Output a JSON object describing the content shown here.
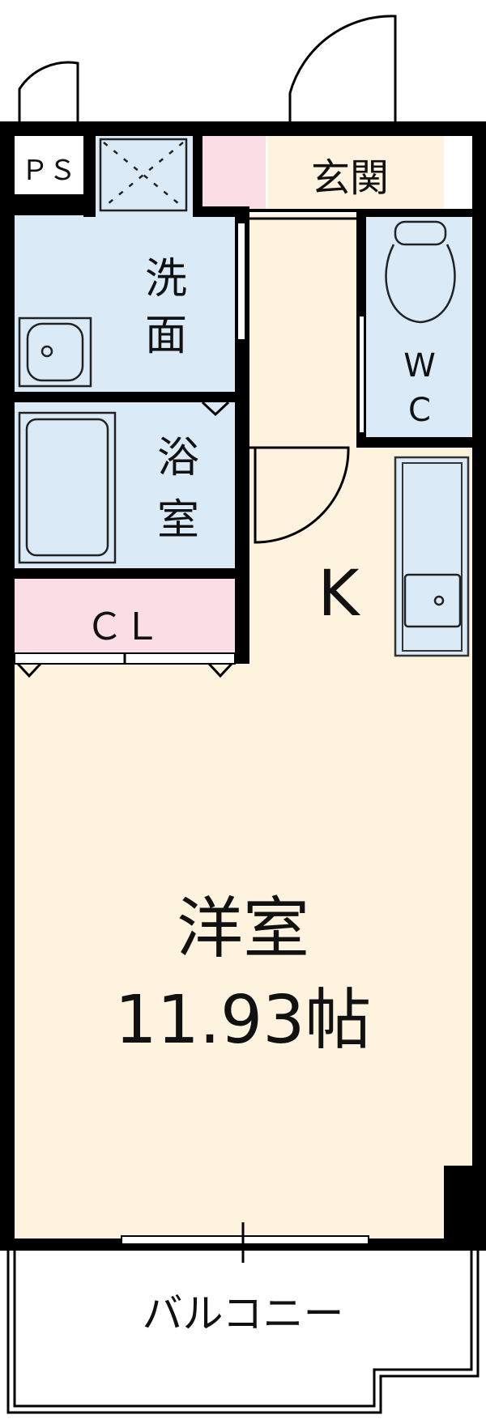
{
  "colors": {
    "wall": "#000000",
    "wet_area": "#dbeaf7",
    "storage": "#fbdde6",
    "floor": "#fdf3df",
    "balcony": "#ffffff"
  },
  "rooms": {
    "ps": "ＰＳ",
    "entrance": "玄関",
    "washroom_line1": "洗",
    "washroom_line2": "面",
    "bath_line1": "浴",
    "bath_line2": "室",
    "wc_line1": "W",
    "wc_line2": "C",
    "closet": "ＣＬ",
    "kitchen": "K",
    "western_room": "洋室",
    "western_room_size": "11.93帖",
    "balcony": "バルコニー"
  },
  "icons": [
    "toilet-icon",
    "washbasin-icon",
    "bathtub-icon",
    "sink-icon",
    "washer-pan-icon",
    "door-swing-icon"
  ]
}
